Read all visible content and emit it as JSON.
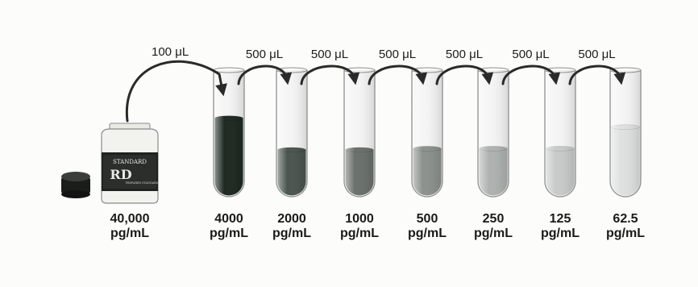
{
  "first_transfer_label": "100 μL",
  "serial_transfer_label": "500 μL",
  "stock": {
    "value": "40,000",
    "unit": "pg/mL",
    "label_top": "STANDARD",
    "label_logo": "RD",
    "label_fine": "PREPARED STANDARD"
  },
  "tubes": [
    {
      "value": "4000",
      "unit": "pg/mL",
      "liquid_color": "#1f2a22",
      "fill_level": 0.62
    },
    {
      "value": "2000",
      "unit": "pg/mL",
      "liquid_color": "#4c5550",
      "fill_level": 0.37
    },
    {
      "value": "1000",
      "unit": "pg/mL",
      "liquid_color": "#6a716d",
      "fill_level": 0.37
    },
    {
      "value": "500",
      "unit": "pg/mL",
      "liquid_color": "#8c918e",
      "fill_level": 0.38
    },
    {
      "value": "250",
      "unit": "pg/mL",
      "liquid_color": "#aeb2b0",
      "fill_level": 0.38
    },
    {
      "value": "125",
      "unit": "pg/mL",
      "liquid_color": "#c8cbca",
      "fill_level": 0.38
    },
    {
      "value": "62.5",
      "unit": "pg/mL",
      "liquid_color": "#dfe1e0",
      "fill_level": 0.55
    }
  ]
}
